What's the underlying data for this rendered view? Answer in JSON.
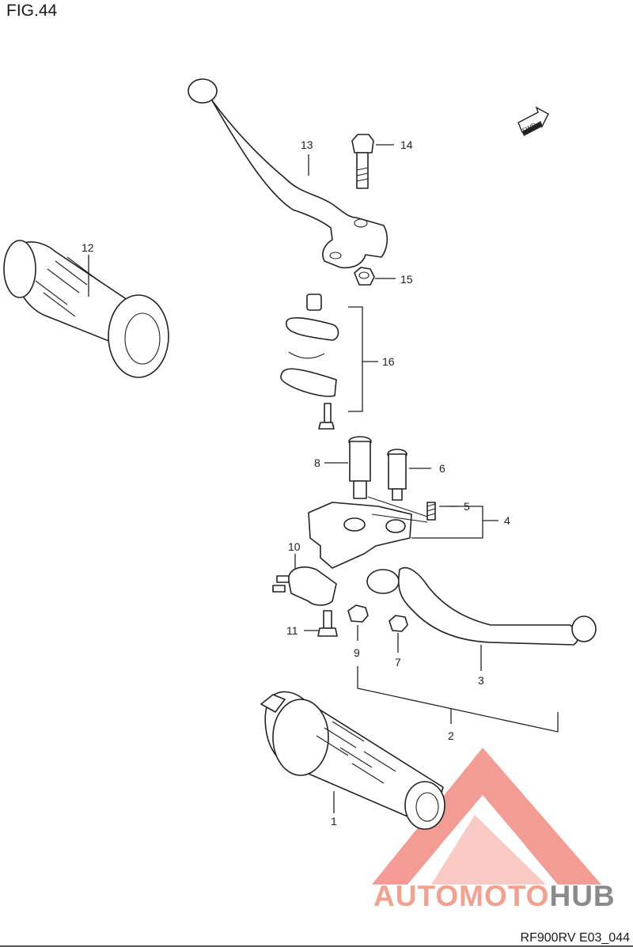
{
  "figure": {
    "title": "FIG.44",
    "code": "RF900RV E03_044",
    "fwd_label": "FWD"
  },
  "callouts": [
    {
      "id": "1",
      "label": "1"
    },
    {
      "id": "2",
      "label": "2"
    },
    {
      "id": "3",
      "label": "3"
    },
    {
      "id": "4",
      "label": "4"
    },
    {
      "id": "5",
      "label": "5"
    },
    {
      "id": "6",
      "label": "6"
    },
    {
      "id": "7",
      "label": "7"
    },
    {
      "id": "8",
      "label": "8"
    },
    {
      "id": "9",
      "label": "9"
    },
    {
      "id": "10",
      "label": "10"
    },
    {
      "id": "11",
      "label": "11"
    },
    {
      "id": "12",
      "label": "12"
    },
    {
      "id": "13",
      "label": "13"
    },
    {
      "id": "14",
      "label": "14"
    },
    {
      "id": "15",
      "label": "15"
    },
    {
      "id": "16",
      "label": "16"
    }
  ],
  "watermark": {
    "part1": "AUTOMOTO",
    "part2": "HUB",
    "color_primary": "#f08a7a",
    "color_secondary": "#8a8a8a",
    "logo_color": "#f28b82"
  }
}
